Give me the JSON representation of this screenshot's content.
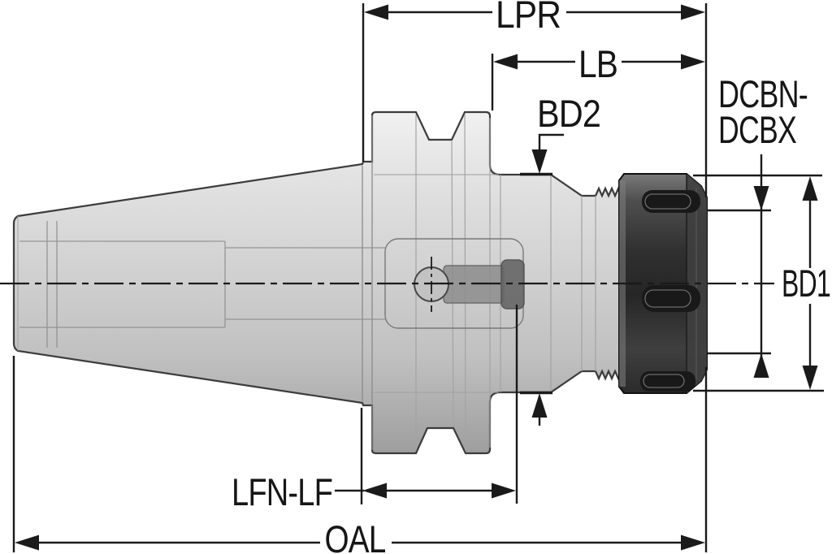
{
  "drawing": {
    "type": "technical-dimension-drawing",
    "subject": "collet-chuck-tool-holder-side-view",
    "labels": {
      "lpr": "LPR",
      "lb": "LB",
      "bd2": "BD2",
      "dcbn_line1": "DCBN-",
      "dcbn_line2": "DCBX",
      "bd1": "BD1",
      "lfn_lf": "LFN-LF",
      "oal": "OAL"
    },
    "colors": {
      "line": "#1a1a1a",
      "background": "#ffffff",
      "body_light": "#e8e8e8",
      "body_dark": "#a8a8a8",
      "nut_dark": "#2b2b2b",
      "nut_light": "#6f6f6f"
    }
  }
}
